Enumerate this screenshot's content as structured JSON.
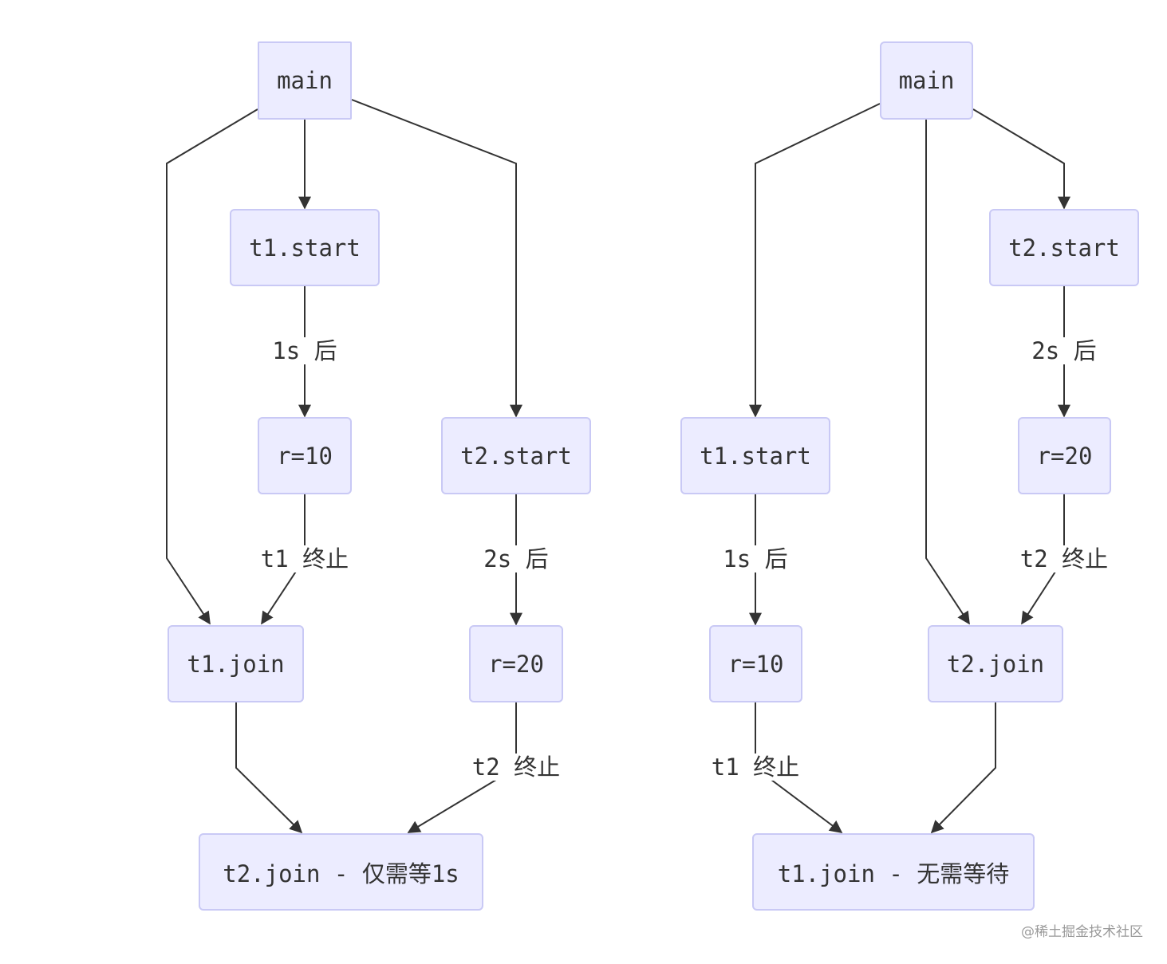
{
  "diagram": {
    "type": "flowchart",
    "left": {
      "nodes": {
        "main": "main",
        "t1_start": "t1.start",
        "r10": "r=10",
        "t2_start": "t2.start",
        "t1_join": "t1.join",
        "r20": "r=20",
        "t2_join": "t2.join - 仅需等1s"
      },
      "edge_labels": {
        "t1_after": "1s 后",
        "t1_end": "t1 终止",
        "t2_after": "2s 后",
        "t2_end": "t2 终止"
      }
    },
    "right": {
      "nodes": {
        "main": "main",
        "t2_start": "t2.start",
        "r20": "r=20",
        "t1_start": "t1.start",
        "r10": "r=10",
        "t2_join": "t2.join",
        "t1_join": "t1.join - 无需等待"
      },
      "edge_labels": {
        "t2_after": "2s 后",
        "t2_end": "t2 终止",
        "t1_after": "1s 后",
        "t1_end": "t1 终止"
      }
    }
  },
  "watermark": "@稀土掘金技术社区",
  "colors": {
    "node_fill": "#ECECFF",
    "node_border": "#C9C9F5",
    "edge": "#333333"
  }
}
